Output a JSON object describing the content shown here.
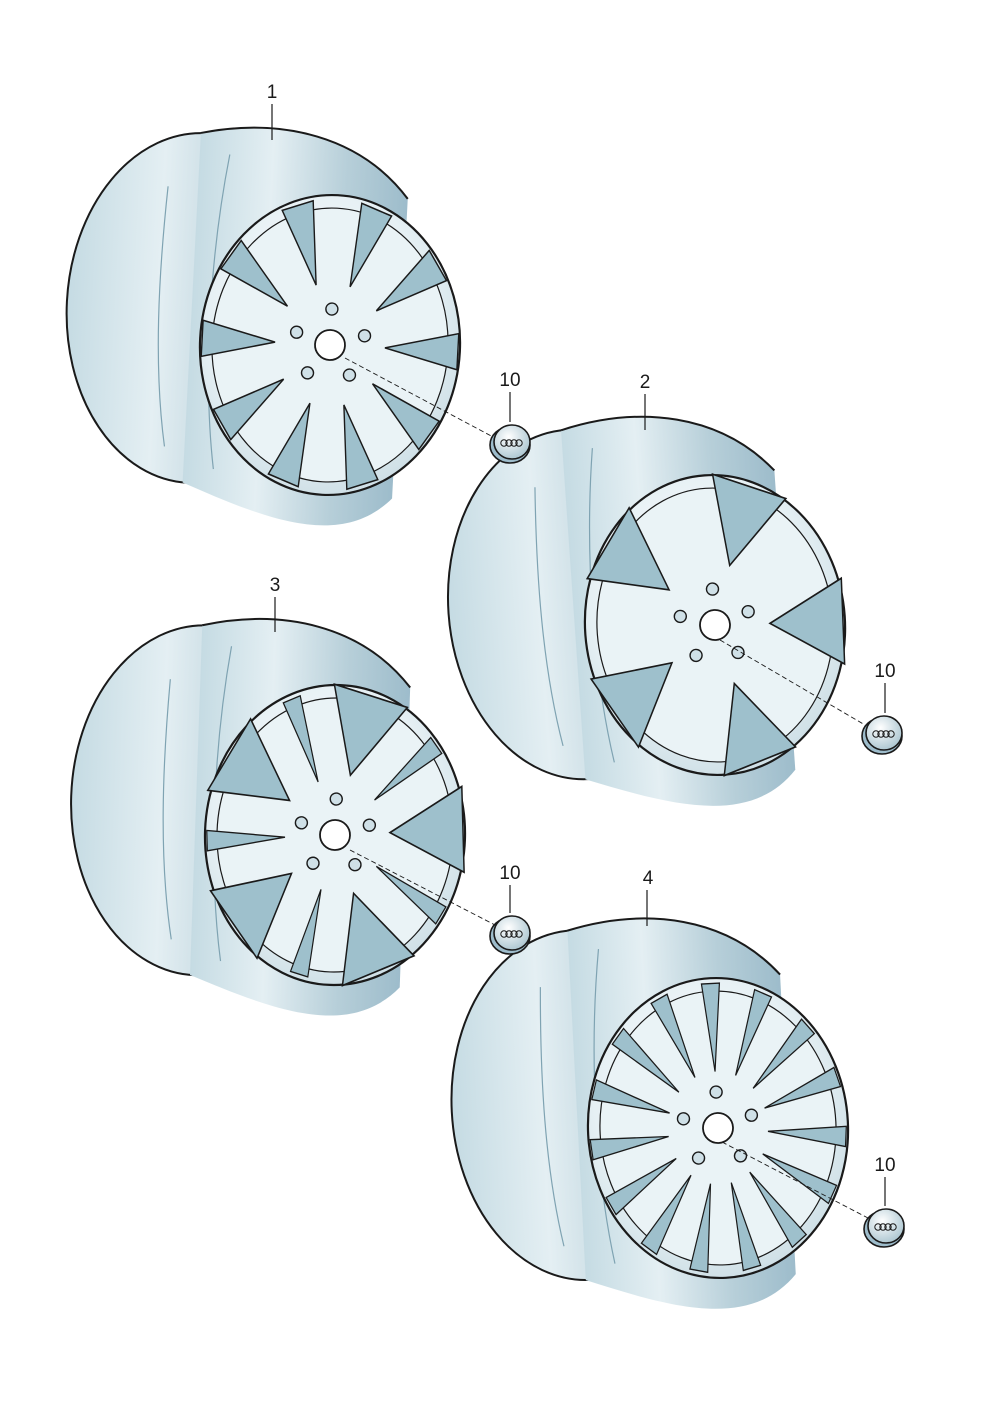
{
  "callouts": {
    "wheel_1": "1",
    "wheel_2": "2",
    "wheel_3": "3",
    "wheel_4": "4",
    "cap_a": "10",
    "cap_b": "10",
    "cap_c": "10",
    "cap_d": "10"
  },
  "colors": {
    "rim_light": "#dbe9ee",
    "rim_mid": "#b9d1da",
    "rim_dark": "#8fb0bd",
    "spoke_gap": "#9ec0cc",
    "outline": "#1a1a1a"
  }
}
